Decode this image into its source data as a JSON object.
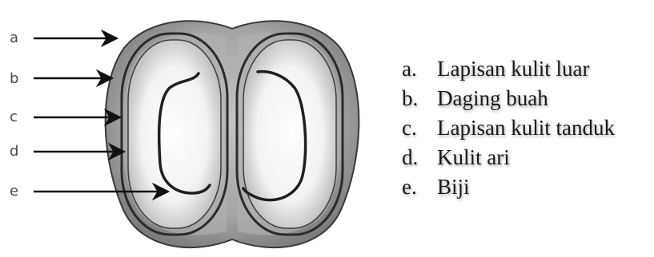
{
  "diagram": {
    "pointer_letters": [
      "a",
      "b",
      "c",
      "d",
      "e"
    ],
    "colors": {
      "husk": "#9a9a9a",
      "outline": "#2b2b2b",
      "bean": "#f4f4f4",
      "arrow": "#111111"
    }
  },
  "legend": [
    {
      "key": "a.",
      "text": "Lapisan kulit luar"
    },
    {
      "key": "b.",
      "text": "Daging buah"
    },
    {
      "key": "c.",
      "text": "Lapisan kulit tanduk"
    },
    {
      "key": "d.",
      "text": "Kulit ari"
    },
    {
      "key": "e.",
      "text": "Biji"
    }
  ]
}
